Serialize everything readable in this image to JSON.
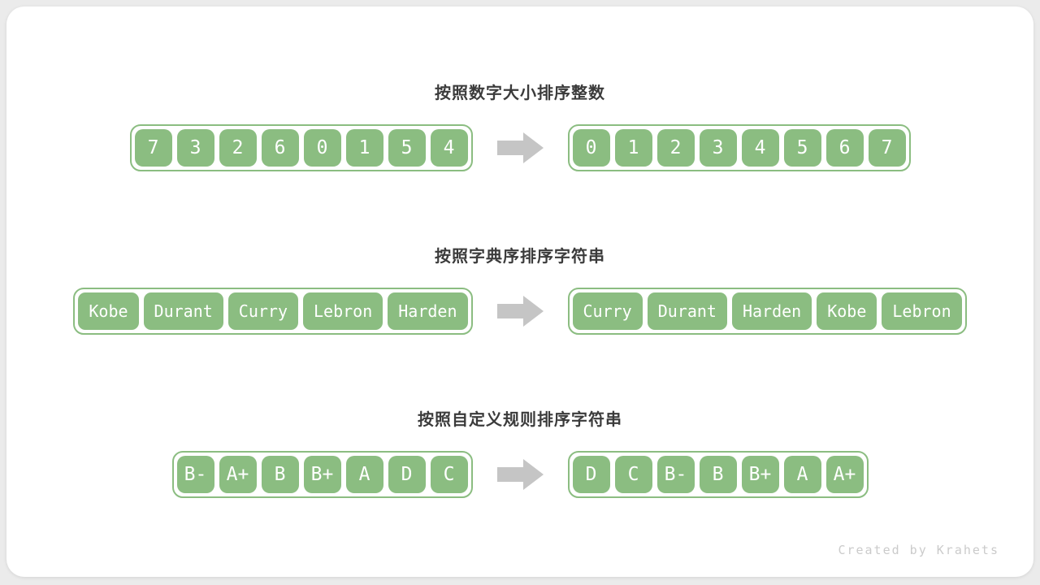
{
  "colors": {
    "green": "#8bbd81",
    "arrow_gray": "#c5c5c5",
    "title_gray": "#3b3b3b",
    "credit_gray": "#cbcbcb",
    "page_bg": "#ebebeb",
    "card_bg": "#ffffff"
  },
  "rows": [
    {
      "title": "按照数字大小排序整数",
      "style": "digits",
      "left": [
        "7",
        "3",
        "2",
        "6",
        "0",
        "1",
        "5",
        "4"
      ],
      "right": [
        "0",
        "1",
        "2",
        "3",
        "4",
        "5",
        "6",
        "7"
      ]
    },
    {
      "title": "按照字典序排序字符串",
      "style": "words",
      "left": [
        "Kobe",
        "Durant",
        "Curry",
        "Lebron",
        "Harden"
      ],
      "right": [
        "Curry",
        "Durant",
        "Harden",
        "Kobe",
        "Lebron"
      ]
    },
    {
      "title": "按照自定义规则排序字符串",
      "style": "digits",
      "left": [
        "B-",
        "A+",
        "B",
        "B+",
        "A",
        "D",
        "C"
      ],
      "right": [
        "D",
        "C",
        "B-",
        "B",
        "B+",
        "A",
        "A+"
      ]
    }
  ],
  "arrow": {
    "icon": "right-block-arrow"
  },
  "credit": "Created by Krahets"
}
